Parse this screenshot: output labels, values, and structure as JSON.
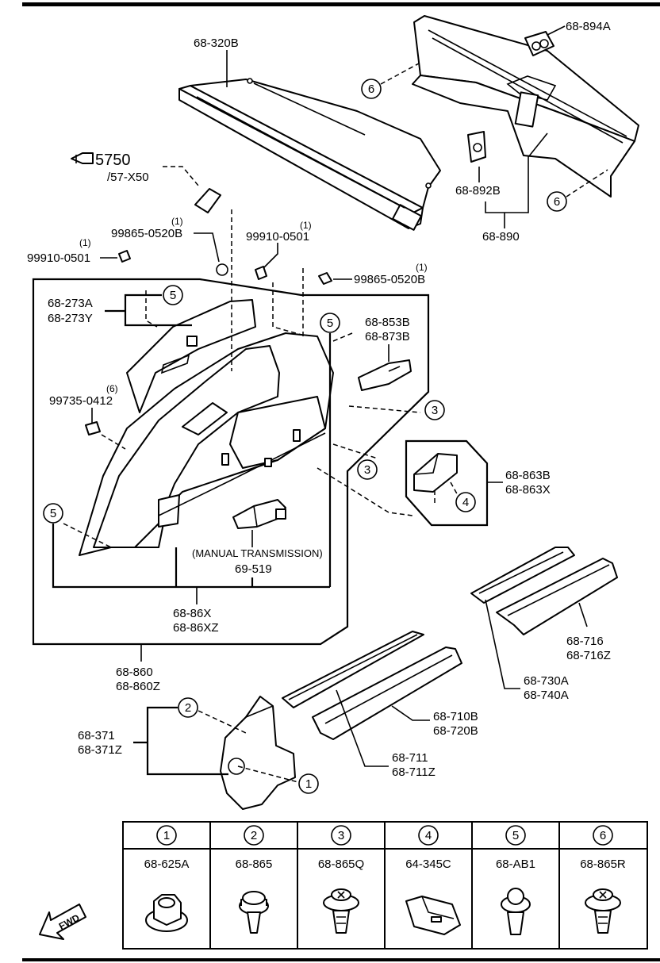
{
  "callouts": {
    "c1": "68-320B",
    "c2": "68-894A",
    "c3": "68-892B",
    "c4": "68-890",
    "ref_number": "5750",
    "ref_sub": "/57-X50",
    "c5": "99865-0520B",
    "c5_qty": "(1)",
    "c6": "99910-0501",
    "c6_qty": "(1)",
    "c7": "99910-0501",
    "c7_qty": "(1)",
    "c8": "99865-0520B",
    "c8_qty": "(1)",
    "c9a": "68-273A",
    "c9b": "68-273Y",
    "c10a": "68-853B",
    "c10b": "68-873B",
    "c11": "99735-0412",
    "c11_qty": "(6)",
    "c12a": "68-863B",
    "c12b": "68-863X",
    "c13": "(MANUAL TRANSMISSION)",
    "c14": "69-519",
    "c15a": "68-86X",
    "c15b": "68-86XZ",
    "c16a": "68-860",
    "c16b": "68-860Z",
    "c17a": "68-716",
    "c17b": "68-716Z",
    "c18a": "68-730A",
    "c18b": "68-740A",
    "c19a": "68-710B",
    "c19b": "68-720B",
    "c20a": "68-711",
    "c20b": "68-711Z",
    "c21a": "68-371",
    "c21b": "68-371Z"
  },
  "markers": {
    "m1": "1",
    "m2": "2",
    "m3": "3",
    "m4": "4",
    "m5": "5",
    "m6": "6"
  },
  "fastener_table": [
    {
      "num": "1",
      "part": "68-625A"
    },
    {
      "num": "2",
      "part": "68-865"
    },
    {
      "num": "3",
      "part": "68-865Q"
    },
    {
      "num": "4",
      "part": "64-345C"
    },
    {
      "num": "5",
      "part": "68-AB1"
    },
    {
      "num": "6",
      "part": "68-865R"
    }
  ],
  "fwd_label": "FWD"
}
